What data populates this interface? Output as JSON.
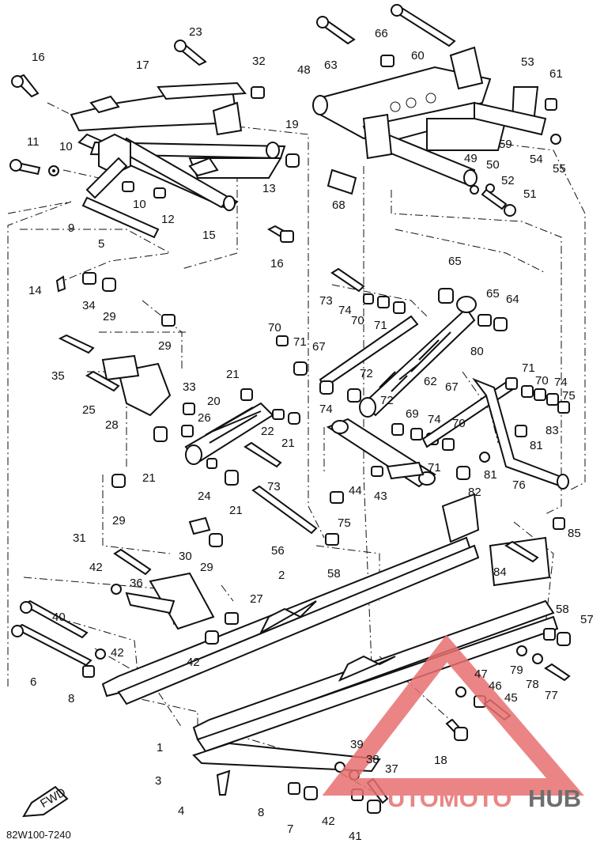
{
  "diagram_code": "82W100-7240",
  "fwd_label": "FWD",
  "watermark": {
    "part1": "UTOMOTO",
    "part2": "HUB",
    "color1": "#e87070",
    "color2": "#555555"
  },
  "part_numbers": {
    "p1": "1",
    "p2": "2",
    "p3": "3",
    "p4": "4",
    "p5": "5",
    "p6": "6",
    "p7": "7",
    "p8a": "8",
    "p8b": "8",
    "p9": "9",
    "p10a": "10",
    "p10b": "10",
    "p11": "11",
    "p12": "12",
    "p13": "13",
    "p14": "14",
    "p15": "15",
    "p16a": "16",
    "p16b": "16",
    "p17": "17",
    "p18": "18",
    "p19": "19",
    "p20": "20",
    "p21a": "21",
    "p21b": "21",
    "p21c": "21",
    "p21d": "21",
    "p22": "22",
    "p23": "23",
    "p24": "24",
    "p25": "25",
    "p26": "26",
    "p27": "27",
    "p28": "28",
    "p29a": "29",
    "p29b": "29",
    "p29c": "29",
    "p29d": "29",
    "p30": "30",
    "p31": "31",
    "p32": "32",
    "p33": "33",
    "p34": "34",
    "p35": "35",
    "p36": "36",
    "p37": "37",
    "p38": "38",
    "p39": "39",
    "p40": "40",
    "p41": "41",
    "p42a": "42",
    "p42b": "42",
    "p42c": "42",
    "p42d": "42",
    "p43": "43",
    "p44": "44",
    "p45": "45",
    "p46": "46",
    "p47": "47",
    "p48": "48",
    "p49": "49",
    "p50": "50",
    "p51": "51",
    "p52": "52",
    "p53": "53",
    "p54": "54",
    "p55": "55",
    "p56": "56",
    "p57": "57",
    "p58a": "58",
    "p58b": "58",
    "p59": "59",
    "p60": "60",
    "p61": "61",
    "p62": "62",
    "p63": "63",
    "p64": "64",
    "p65a": "65",
    "p65b": "65",
    "p66": "66",
    "p67a": "67",
    "p67b": "67",
    "p68": "68",
    "p69": "69",
    "p70a": "70",
    "p70b": "70",
    "p70c": "70",
    "p70d": "70",
    "p71a": "71",
    "p71b": "71",
    "p71c": "71",
    "p71d": "71",
    "p72a": "72",
    "p72b": "72",
    "p73a": "73",
    "p73b": "73",
    "p74a": "74",
    "p74b": "74",
    "p74c": "74",
    "p74d": "74",
    "p75a": "75",
    "p75b": "75",
    "p76": "76",
    "p77": "77",
    "p78": "78",
    "p79": "79",
    "p80": "80",
    "p81a": "81",
    "p81b": "81",
    "p82": "82",
    "p83": "83",
    "p84": "84",
    "p85": "85"
  }
}
